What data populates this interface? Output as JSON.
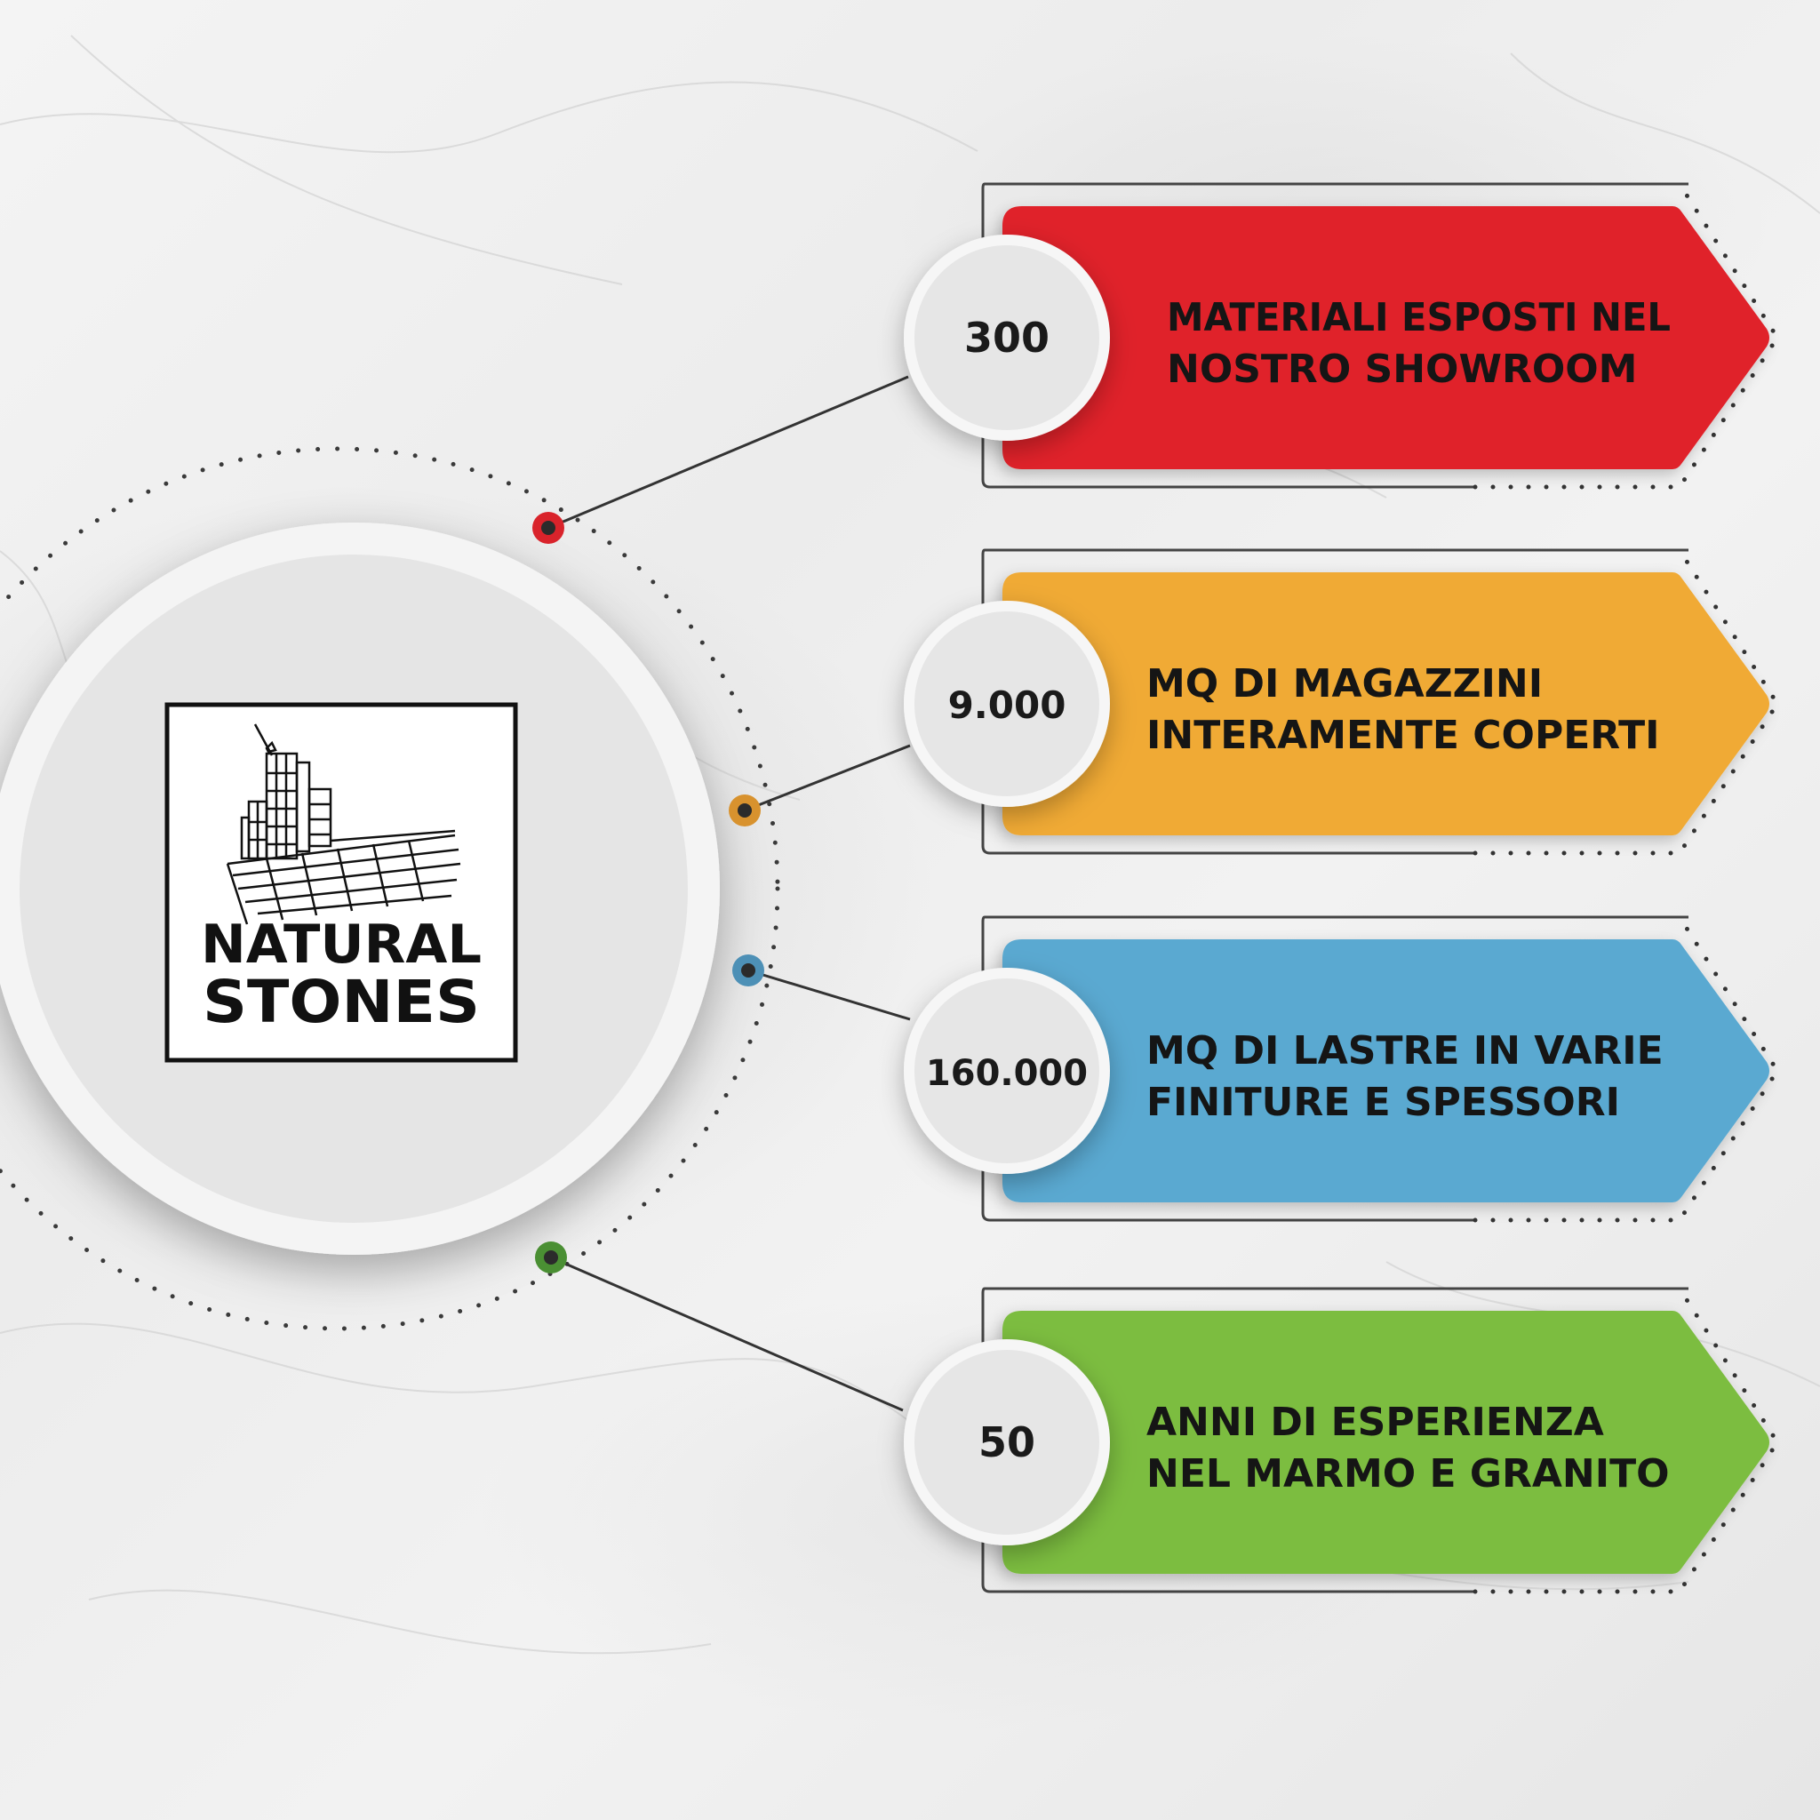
{
  "logo": {
    "line1": "NATURAL",
    "line2": "STONES"
  },
  "stats": [
    {
      "value": "300",
      "line1": "MATERIALI ESPOSTI NEL",
      "line2": "NOSTRO SHOWROOM",
      "color": "#e02229",
      "dot": "#d9232b"
    },
    {
      "value": "9.000",
      "line1": "MQ DI MAGAZZINI",
      "line2": "INTERAMENTE COPERTI",
      "color": "#f0aa35",
      "dot": "#d8922e"
    },
    {
      "value": "160.000",
      "line1": "MQ DI LASTRE IN VARIE",
      "line2": "FINITURE E SPESSORI",
      "color": "#5aa9d1",
      "dot": "#4d90b6"
    },
    {
      "value": "50",
      "line1": "ANNI DI ESPERIENZA",
      "line2": "NEL MARMO E GRANITO",
      "color": "#7cbd3f",
      "dot": "#4a8f33"
    }
  ]
}
